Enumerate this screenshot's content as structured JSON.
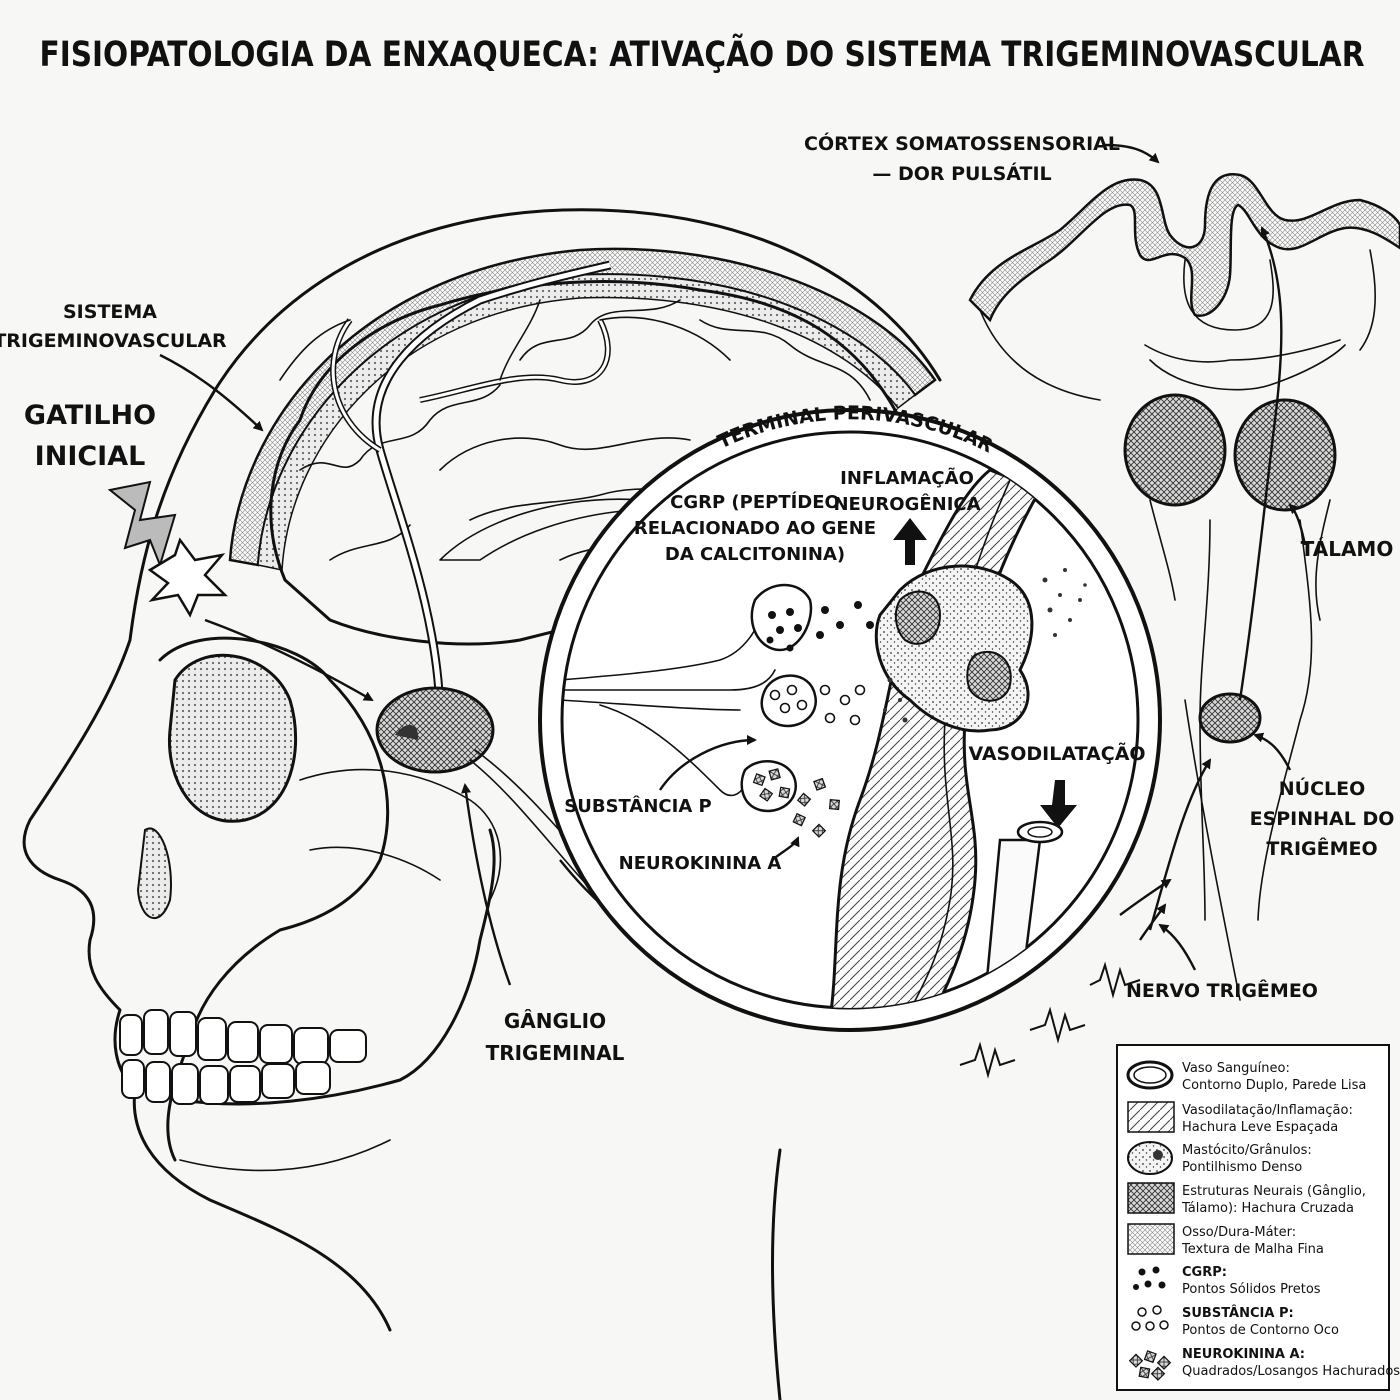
{
  "title": "FISIOPATOLOGIA DA ENXAQUECA: ATIVAÇÃO DO SISTEMA TRIGEMINOVASCULAR",
  "labels": {
    "cortex_line1": "CÓRTEX SOMATOSSENSORIAL",
    "cortex_line2": "— DOR PULSÁTIL",
    "sistema_line1": "SISTEMA",
    "sistema_line2": "TRIGEMINOVASCULAR",
    "gatilho_line1": "GATILHO",
    "gatilho_line2": "INICIAL",
    "terminal": "TERMINAL PERIVASCULAR",
    "cgrp_line1": "CGRP (PEPTÍDEO",
    "cgrp_line2": "RELACIONADO AO GENE",
    "cgrp_line3": "DA CALCITONINA)",
    "inflamacao_line1": "INFLAMAÇÃO",
    "inflamacao_line2": "NEUROGÊNICA",
    "vasodilatacao": "VASODILATAÇÃO",
    "substancia_p": "SUBSTÂNCIA P",
    "neurokinina": "NEUROKININA A",
    "ganglio_line1": "GÂNGLIO",
    "ganglio_line2": "TRIGEMINAL",
    "talamo": "TÁLAMO",
    "nucleo_line1": "NÚCLEO",
    "nucleo_line2": "ESPINHAL DO",
    "nucleo_line3": "TRIGÊMEO",
    "nervo": "NERVO TRIGÊMEO"
  },
  "legend": [
    {
      "name": "Vaso Sanguíneo:",
      "desc": "Contorno Duplo, Parede Lisa"
    },
    {
      "name": "Vasodilatação/Inflamação:",
      "desc": "Hachura Leve Espaçada"
    },
    {
      "name": "Mastócito/Grânulos:",
      "desc": "Pontilhismo Denso"
    },
    {
      "name": "Estruturas Neurais (Gânglio,",
      "desc": "Tálamo): Hachura Cruzada"
    },
    {
      "name": "Osso/Dura-Máter:",
      "desc": "Textura de Malha Fina"
    },
    {
      "name": "CGRP:",
      "desc": "Pontos Sólidos Pretos"
    },
    {
      "name": "SUBSTÂNCIA P:",
      "desc": "Pontos de Contorno Oco"
    },
    {
      "name": "NEUROKININA A:",
      "desc": "Quadrados/Losangos Hachurados"
    }
  ]
}
